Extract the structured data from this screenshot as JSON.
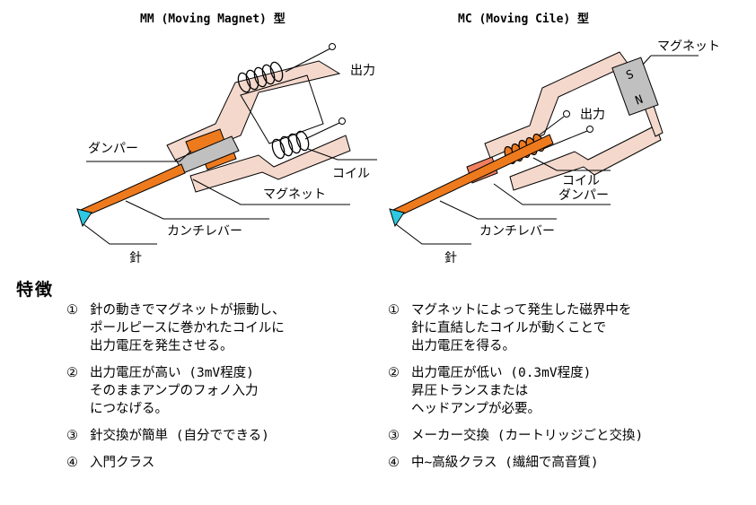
{
  "mm": {
    "title": "MM (Moving Magnet) 型",
    "labels": {
      "output": "出力",
      "coil": "コイル",
      "damper": "ダンパー",
      "magnet": "マグネット",
      "cantilever": "カンチレバー",
      "needle": "針"
    }
  },
  "mc": {
    "title": "MC (Moving Cile) 型",
    "labels": {
      "magnet": "マグネット",
      "magnet_s": "S",
      "magnet_n": "N",
      "output": "出力",
      "coil": "コイル",
      "damper": "ダンパー",
      "cantilever": "カンチレバー",
      "needle": "針"
    }
  },
  "features": {
    "title": "特徴",
    "mm_items": [
      {
        "num": "①",
        "lines": [
          "針の動きでマグネットが振動し、",
          "ポールピースに巻かれたコイルに",
          "出力電圧を発生させる。"
        ]
      },
      {
        "num": "②",
        "lines": [
          "出力電圧が高い (3mV程度)",
          "そのままアンプのフォノ入力",
          "につなげる。"
        ]
      },
      {
        "num": "③",
        "lines": [
          "針交換が簡単 (自分でできる)"
        ]
      },
      {
        "num": "④",
        "lines": [
          "入門クラス"
        ]
      }
    ],
    "mc_items": [
      {
        "num": "①",
        "lines": [
          "マグネットによって発生した磁界中を",
          "針に直結したコイルが動くことで",
          "出力電圧を得る。"
        ]
      },
      {
        "num": "②",
        "lines": [
          "出力電圧が低い (0.3mV程度)",
          "昇圧トランスまたは",
          "ヘッドアンプが必要。"
        ]
      },
      {
        "num": "③",
        "lines": [
          "メーカー交換 (カートリッジごと交換)"
        ]
      },
      {
        "num": "④",
        "lines": [
          "中~高級クラス (繊細で高音質)"
        ]
      }
    ]
  },
  "colors": {
    "body_fill": "#f4d8cc",
    "cantilever": "#ee7a1e",
    "magnet_grey": "#c0c0c0",
    "needle": "#2ec8e0",
    "damper_mc": "#ef8060"
  }
}
